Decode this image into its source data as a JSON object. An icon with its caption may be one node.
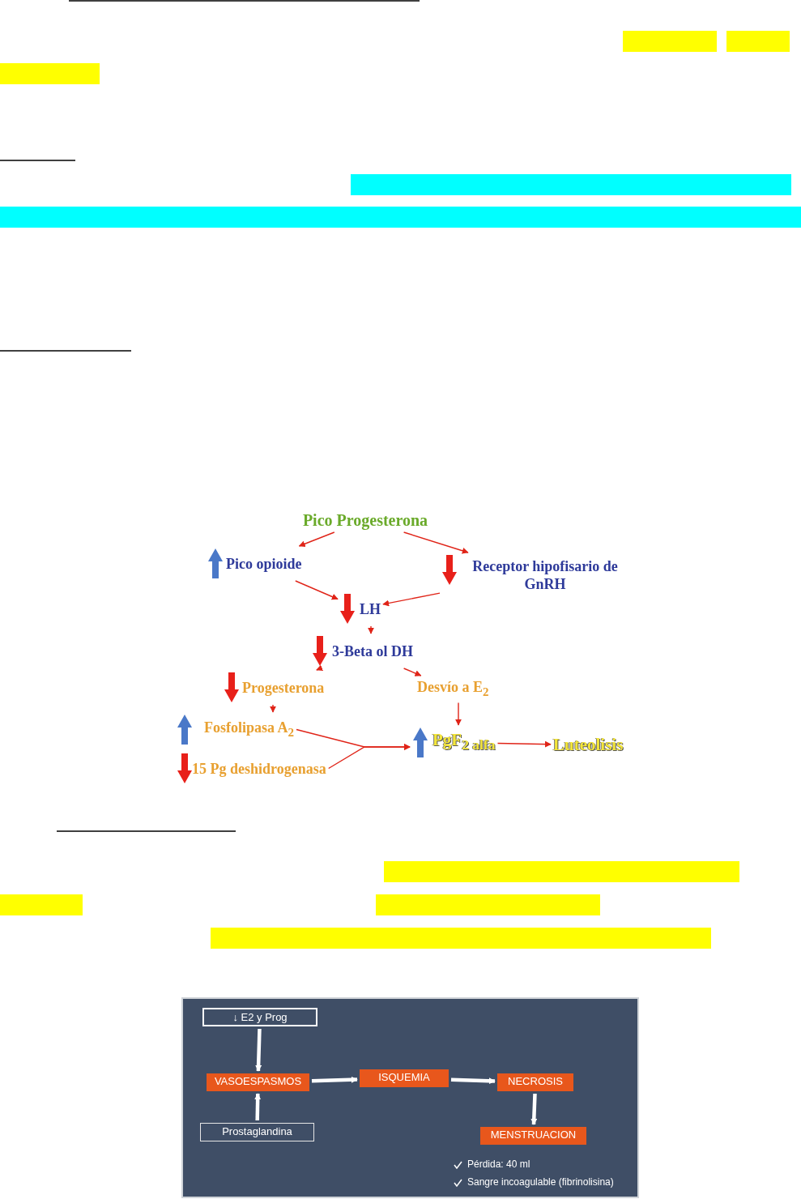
{
  "diagram": {
    "nodes": [
      {
        "text": [
          "Pico Progesterona"
        ]
      },
      {
        "text": [
          "Pico opioide"
        ]
      },
      {
        "text": [
          "Receptor hipofisario de GnRH"
        ]
      },
      {
        "text": [
          "LH"
        ]
      },
      {
        "text": [
          "3-Beta ol DH"
        ]
      },
      {
        "text": [
          "Progesterona"
        ]
      },
      {
        "text": [
          "Desvío a E$_{2}$"
        ]
      },
      {
        "text": [
          "Fosfolipasa A$_{2}$"
        ]
      },
      {
        "text": [
          "15 Pg deshidrogenasa"
        ]
      },
      {
        "text": [
          "PgF$_{2 alfa}$"
        ]
      },
      {
        "text": [
          "Luteolisis"
        ]
      },
      {
        "text": [
          "↓ E2 y Prog"
        ]
      },
      {
        "text": [
          "VASOESPASMOS"
        ]
      },
      {
        "text": [
          "Prostaglandina"
        ]
      },
      {
        "text": [
          "ISQUEMIA"
        ]
      },
      {
        "text": [
          "NECROSIS"
        ]
      },
      {
        "text": [
          "MENSTRUACION"
        ]
      }
    ],
    "edges": [
      {
        "from": 0,
        "to": 1,
        "arrow": "to"
      },
      {
        "from": 0,
        "to": 2,
        "arrow": "to"
      },
      {
        "from": 1,
        "to": 3,
        "arrow": "to"
      },
      {
        "from": 2,
        "to": 3,
        "arrow": "to"
      },
      {
        "from": 3,
        "to": 4,
        "arrow": "to"
      },
      {
        "from": 4,
        "to": 5,
        "arrow": "to"
      },
      {
        "from": 4,
        "to": 6,
        "arrow": "to"
      },
      {
        "from": 5,
        "to": 7,
        "arrow": "to"
      },
      {
        "from": 6,
        "to": 9,
        "arrow": "to"
      },
      {
        "from": 7,
        "to": 9,
        "arrow": "to"
      },
      {
        "from": 8,
        "to": 9,
        "arrow": "to"
      },
      {
        "from": 9,
        "to": 10,
        "arrow": "to"
      },
      {
        "from": 11,
        "to": 12,
        "arrow": "to",
        "style": "thick",
        "color": "#ffffff"
      },
      {
        "from": 13,
        "to": 12,
        "arrow": "to",
        "style": "thick",
        "color": "#ffffff"
      },
      {
        "from": 12,
        "to": 14,
        "arrow": "to",
        "style": "thick",
        "color": "#ffffff"
      },
      {
        "from": 14,
        "to": 15,
        "arrow": "to",
        "style": "thick",
        "color": "#ffffff"
      },
      {
        "from": 15,
        "to": 16,
        "arrow": "to",
        "style": "thick",
        "color": "#ffffff"
      }
    ],
    "labels": [
      "Pérdida: 40 ml",
      "Sangre incoagulable (fibrinolisina)"
    ]
  }
}
